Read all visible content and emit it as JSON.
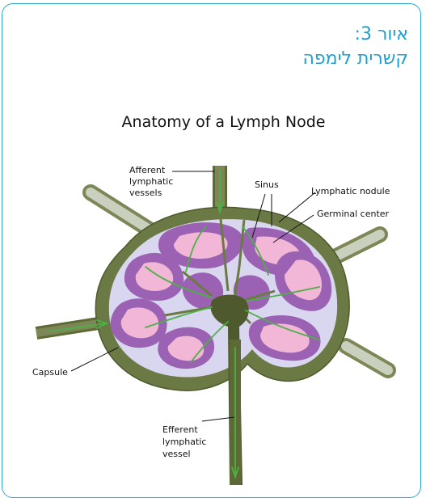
{
  "figure": {
    "caption_line1": "איור 3:",
    "caption_line2": "קשרית לימפה"
  },
  "diagram": {
    "title": "Anatomy of a Lymph Node",
    "labels": {
      "afferent": [
        "Afferent",
        "lymphatic",
        "vessels"
      ],
      "sinus": "Sinus",
      "lymphatic_nodule": "Lymphatic nodule",
      "germinal_center": "Germinal center",
      "capsule": "Capsule",
      "efferent": [
        "Efferent",
        "lymphatic",
        "vessel"
      ]
    },
    "colors": {
      "capsule": "#6b7a44",
      "vessel": "#7d8656",
      "vessel_light": "#c9d0bd",
      "sinus_bg": "#d9d6ef",
      "nodule": "#9b62b3",
      "germinal": "#f2b6d6",
      "accent_frame": "#29a9cf",
      "flow_arrows": "#4cb046"
    }
  }
}
